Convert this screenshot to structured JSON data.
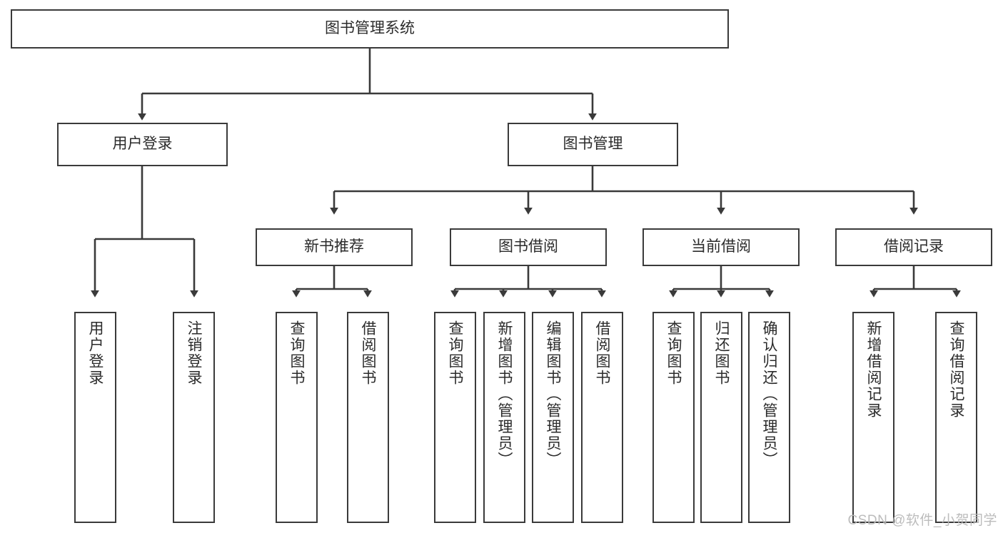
{
  "diagram": {
    "title_node": {
      "label": "图书管理系统"
    },
    "level2": [
      {
        "label": "用户登录"
      },
      {
        "label": "图书管理"
      }
    ],
    "level3": [
      {
        "label": "新书推荐"
      },
      {
        "label": "图书借阅"
      },
      {
        "label": "当前借阅"
      },
      {
        "label": "借阅记录"
      }
    ],
    "leaves": {
      "user_login": [
        {
          "label": "用户登录"
        },
        {
          "label": "注销登录"
        }
      ],
      "new_book_recommend": [
        {
          "label": "查询图书"
        },
        {
          "label": "借阅图书"
        }
      ],
      "book_borrow": [
        {
          "label": "查询图书"
        },
        {
          "label": "新增图书（管理员）"
        },
        {
          "label": "编辑图书（管理员）"
        },
        {
          "label": "借阅图书"
        }
      ],
      "current_borrow": [
        {
          "label": "查询图书"
        },
        {
          "label": "归还图书"
        },
        {
          "label": "确认归还（管理员）"
        }
      ],
      "borrow_record": [
        {
          "label": "新增借阅记录"
        },
        {
          "label": "查询借阅记录"
        }
      ]
    },
    "watermark": {
      "text": "CSDN @软件_小贺同学"
    },
    "colors": {
      "stroke": "#3a3a3a",
      "text": "#2b2b2b",
      "background": "#ffffff",
      "watermark": "#b9b9b9"
    }
  }
}
